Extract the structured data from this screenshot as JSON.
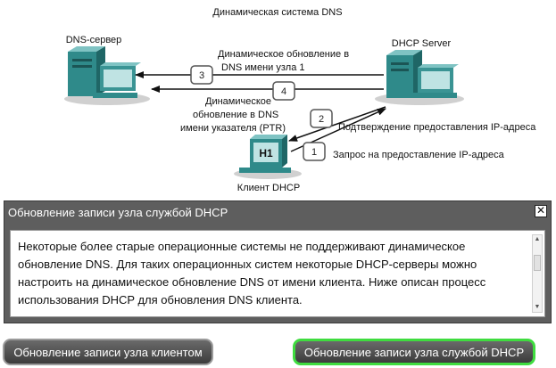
{
  "diagram": {
    "title": "Динамическая система DNS",
    "dns_server_label": "DNS-сервер",
    "dhcp_server_label": "DHCP Server",
    "client_label": "Клиент DHCP",
    "client_screen_text": "H1",
    "steps": [
      {
        "number": "3",
        "lines": [
          "Динамическое обновление в",
          "DNS имени узла 1"
        ]
      },
      {
        "number": "4",
        "lines": [
          "Динамическое",
          "обновление в DNS",
          "имени указателя (PTR)"
        ]
      },
      {
        "number": "2",
        "lines": [
          "Подтверждение предоставления IP-адреса"
        ]
      },
      {
        "number": "1",
        "lines": [
          "Запрос на предоставление IP-адреса"
        ]
      }
    ]
  },
  "panel": {
    "title": "Обновление записи узла службой DHCP",
    "close_glyph": "✕",
    "body": "Некоторые более старые операционные системы не поддерживают динамическое обновление DNS. Для таких операционных систем некоторые DHCP-серверы можно настроить на динамическое обновление DNS от имени клиента. Ниже описан процесс использования DHCP для обновления DNS клиента.",
    "scroll_up": "▲",
    "scroll_down": "▼"
  },
  "buttons": {
    "client_update": "Обновление записи узла клиентом",
    "dhcp_update": "Обновление записи узла службой DHCP"
  }
}
